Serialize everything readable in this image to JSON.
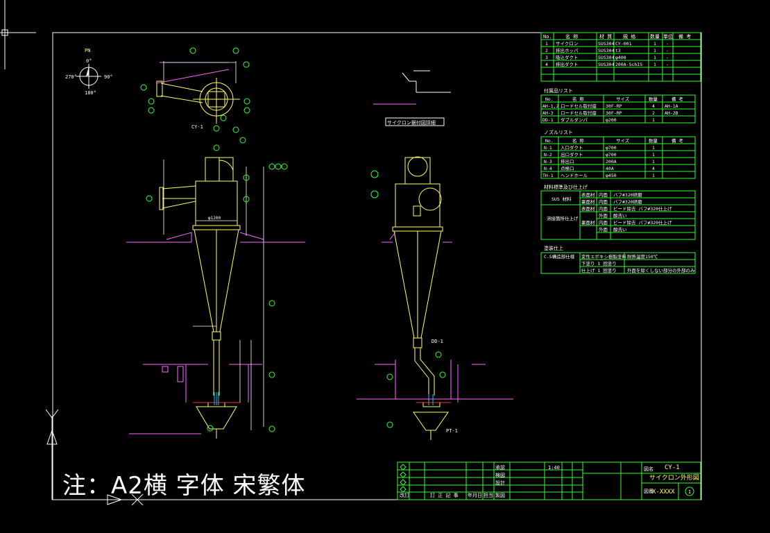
{
  "note_text": "注：A2横 字体 宋繁体",
  "compass": {
    "title": "PN",
    "top": "0°",
    "left": "270°",
    "right": "90°",
    "bottom": "180°"
  },
  "plan_view": {
    "label": "CY-1"
  },
  "detail_view": {
    "label": "サイクロン据付図詳細"
  },
  "side_view": {
    "label_dd": "DD-1",
    "label_pt": "PT-1",
    "dim_width": "φ1200"
  },
  "parts_table": {
    "headers": [
      "No.",
      "名 称",
      "材 質",
      "規 格",
      "数量",
      "単位",
      "備 考"
    ],
    "rows": [
      [
        "1",
        "サイクロン",
        "SUS304",
        "CY-001",
        "1",
        "-",
        ""
      ],
      [
        "2",
        "排出ホッパ",
        "SUS304",
        "t3",
        "1",
        "-",
        ""
      ],
      [
        "3",
        "吸込ダクト",
        "SUS304",
        "φ400",
        "1",
        "-",
        ""
      ],
      [
        "4",
        "排出ダクト",
        "SUS304",
        "200A-SchIS",
        "1",
        "-",
        ""
      ]
    ]
  },
  "accessory_table": {
    "title": "付属品リスト",
    "headers": [
      "No.",
      "名 称",
      "サイズ",
      "数量",
      "備 考"
    ],
    "rows": [
      [
        "AH-1,2",
        "ロードセル取付座",
        "30F-RP",
        "4",
        "AH-1A"
      ],
      [
        "AH-3",
        "ロードセル取付座",
        "30F-RP",
        "2",
        "AH-2B"
      ],
      [
        "DD-1",
        "ダブルダンパ",
        "φ200",
        "1",
        ""
      ]
    ]
  },
  "nozzle_table": {
    "title": "ノズルリスト",
    "headers": [
      "No.",
      "名 称",
      "サイズ",
      "数量",
      "備 考"
    ],
    "rows": [
      [
        "N-1",
        "入口ダクト",
        "φ700",
        "1",
        ""
      ],
      [
        "N-2",
        "出口ダクト",
        "φ700",
        "1",
        ""
      ],
      [
        "N-3",
        "排出口",
        "200A",
        "1",
        ""
      ],
      [
        "N-4",
        "点検口",
        "40A",
        "4",
        ""
      ],
      [
        "TH-1",
        "ヘンドホール",
        "φ450",
        "1",
        ""
      ]
    ]
  },
  "finish_table": {
    "title": "材料標準及び仕上げ",
    "rows": [
      [
        "SUS 材料",
        "表面材",
        "内面",
        "バフ#320研磨",
        ""
      ],
      [
        "",
        "裏面材",
        "内面",
        "バフ#320研磨",
        ""
      ],
      [
        "溶接箇所仕上げ",
        "表面材",
        "内面",
        "ビード除去 バフ#320仕上げ",
        ""
      ],
      [
        "",
        "",
        "外面",
        "酸洗い",
        ""
      ],
      [
        "",
        "裏面材",
        "内面",
        "ビード除去 バフ#320仕上げ",
        ""
      ],
      [
        "",
        "",
        "外面",
        "酸洗い",
        ""
      ]
    ]
  },
  "coating_table": {
    "title": "塗装仕上",
    "rows": [
      [
        "C.S構造部仕様",
        "変性エポキシ樹脂塗料",
        "耐熱温度150℃"
      ],
      [
        "",
        "下塗り 1 回塗り",
        ""
      ],
      [
        "",
        "仕上げ 1 回塗り",
        "外面を除くしない部分の外部のみ"
      ]
    ]
  },
  "title_block": {
    "drawing_name_line1": "CY-1",
    "drawing_name_line2": "サイクロン外形図",
    "drawing_number": "X-XXXX",
    "revision": "1",
    "scale": "1:40",
    "labels": {
      "name": "図名",
      "number": "図番",
      "approve": "承認",
      "check": "検図",
      "design": "設計",
      "draw": "製図",
      "revise": "改訂",
      "date_col": "年月日",
      "content_col": "訂 正 記 事",
      "sign_col": "担当"
    }
  }
}
